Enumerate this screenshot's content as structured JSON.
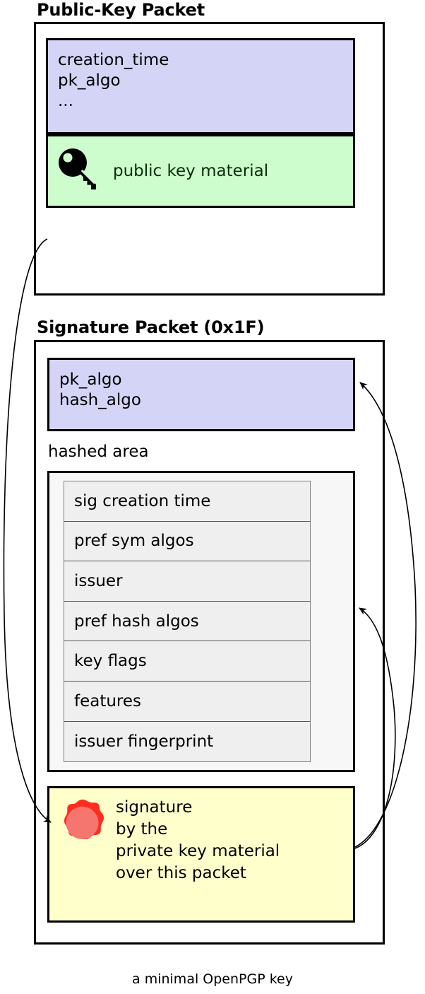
{
  "caption": "a minimal OpenPGP key",
  "colors": {
    "lavender": "#d4d4f6",
    "green": "#cdfccd",
    "yellow": "#ffffcc",
    "hashed_area_bg": "#f7f7f7",
    "subpacket_bg": "#efefef",
    "seal_outer": "#ff2d20",
    "seal_inner": "#f4766e",
    "outline": "#000000"
  },
  "public_key_packet": {
    "title": "Public-Key Packet",
    "header_fields": "creation_time\npk_algo\n...",
    "material": {
      "icon": "key-icon",
      "label": "public key material"
    }
  },
  "signature_packet": {
    "title": "Signature Packet (0x1F)",
    "header_fields": "pk_algo\nhash_algo",
    "hashed_area": {
      "label": "hashed area",
      "subpackets": [
        "sig creation time",
        "pref sym algos",
        "issuer",
        "pref hash algos",
        "key flags",
        "features",
        "issuer fingerprint"
      ]
    },
    "signature": {
      "icon": "wax-seal-icon",
      "text": "signature\nby the\nprivate key material\nover this packet"
    }
  },
  "arrows": [
    {
      "name": "arrow-pubkey-to-signature",
      "from": "public-key-packet",
      "to": "signature-box"
    },
    {
      "name": "arrow-signature-to-sig-header",
      "from": "signature-box",
      "to": "sig-header"
    },
    {
      "name": "arrow-signature-to-hashed-area",
      "from": "signature-box",
      "to": "hashed-area"
    }
  ]
}
